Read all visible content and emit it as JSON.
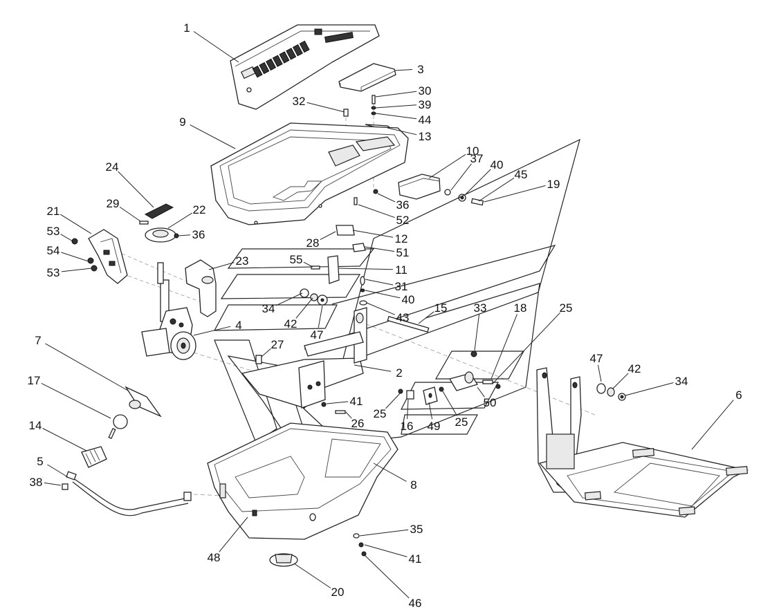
{
  "callouts": [
    {
      "label": "1"
    },
    {
      "label": "3"
    },
    {
      "label": "30"
    },
    {
      "label": "39"
    },
    {
      "label": "44"
    },
    {
      "label": "32"
    },
    {
      "label": "13"
    },
    {
      "label": "9"
    },
    {
      "label": "10"
    },
    {
      "label": "37"
    },
    {
      "label": "40"
    },
    {
      "label": "45"
    },
    {
      "label": "19"
    },
    {
      "label": "36"
    },
    {
      "label": "52"
    },
    {
      "label": "24"
    },
    {
      "label": "29"
    },
    {
      "label": "22"
    },
    {
      "label": "21"
    },
    {
      "label": "36"
    },
    {
      "label": "53"
    },
    {
      "label": "54"
    },
    {
      "label": "53"
    },
    {
      "label": "28"
    },
    {
      "label": "12"
    },
    {
      "label": "55"
    },
    {
      "label": "51"
    },
    {
      "label": "23"
    },
    {
      "label": "11"
    },
    {
      "label": "31"
    },
    {
      "label": "40"
    },
    {
      "label": "34"
    },
    {
      "label": "42"
    },
    {
      "label": "47"
    },
    {
      "label": "43"
    },
    {
      "label": "15"
    },
    {
      "label": "33"
    },
    {
      "label": "18"
    },
    {
      "label": "25"
    },
    {
      "label": "4"
    },
    {
      "label": "7"
    },
    {
      "label": "27"
    },
    {
      "label": "2"
    },
    {
      "label": "17"
    },
    {
      "label": "41"
    },
    {
      "label": "25"
    },
    {
      "label": "26"
    },
    {
      "label": "16"
    },
    {
      "label": "49"
    },
    {
      "label": "25"
    },
    {
      "label": "50"
    },
    {
      "label": "47"
    },
    {
      "label": "42"
    },
    {
      "label": "34"
    },
    {
      "label": "6"
    },
    {
      "label": "14"
    },
    {
      "label": "5"
    },
    {
      "label": "38"
    },
    {
      "label": "8"
    },
    {
      "label": "35"
    },
    {
      "label": "41"
    },
    {
      "label": "48"
    },
    {
      "label": "20"
    },
    {
      "label": "46"
    }
  ]
}
